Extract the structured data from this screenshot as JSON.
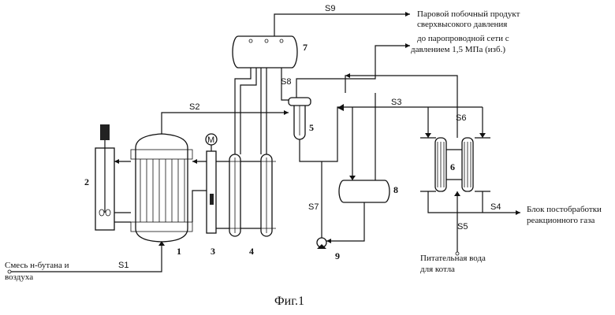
{
  "labels": {
    "steam_byproduct": "Паровой побочный продукт",
    "steam_byproduct_2": "сверхвысокого давления",
    "to_steam_network": "до паропроводной сети с",
    "to_steam_network_2": "давлением 1,5 МПа (изб.)",
    "post_treatment": "Блок постобработки",
    "post_treatment_2": "реакционного газа",
    "feed_mix": "Смесь н-бутана и",
    "feed_mix_2": "воздуха",
    "boiler_water": "Питательная вода",
    "boiler_water_2": "для котла",
    "motor": "M"
  },
  "streams": [
    "S1",
    "S2",
    "S3",
    "S4",
    "S5",
    "S6",
    "S7",
    "S8",
    "S9"
  ],
  "equipment_numbers": [
    "1",
    "2",
    "3",
    "4",
    "5",
    "6",
    "7",
    "8",
    "9"
  ],
  "caption": "Фиг.1"
}
